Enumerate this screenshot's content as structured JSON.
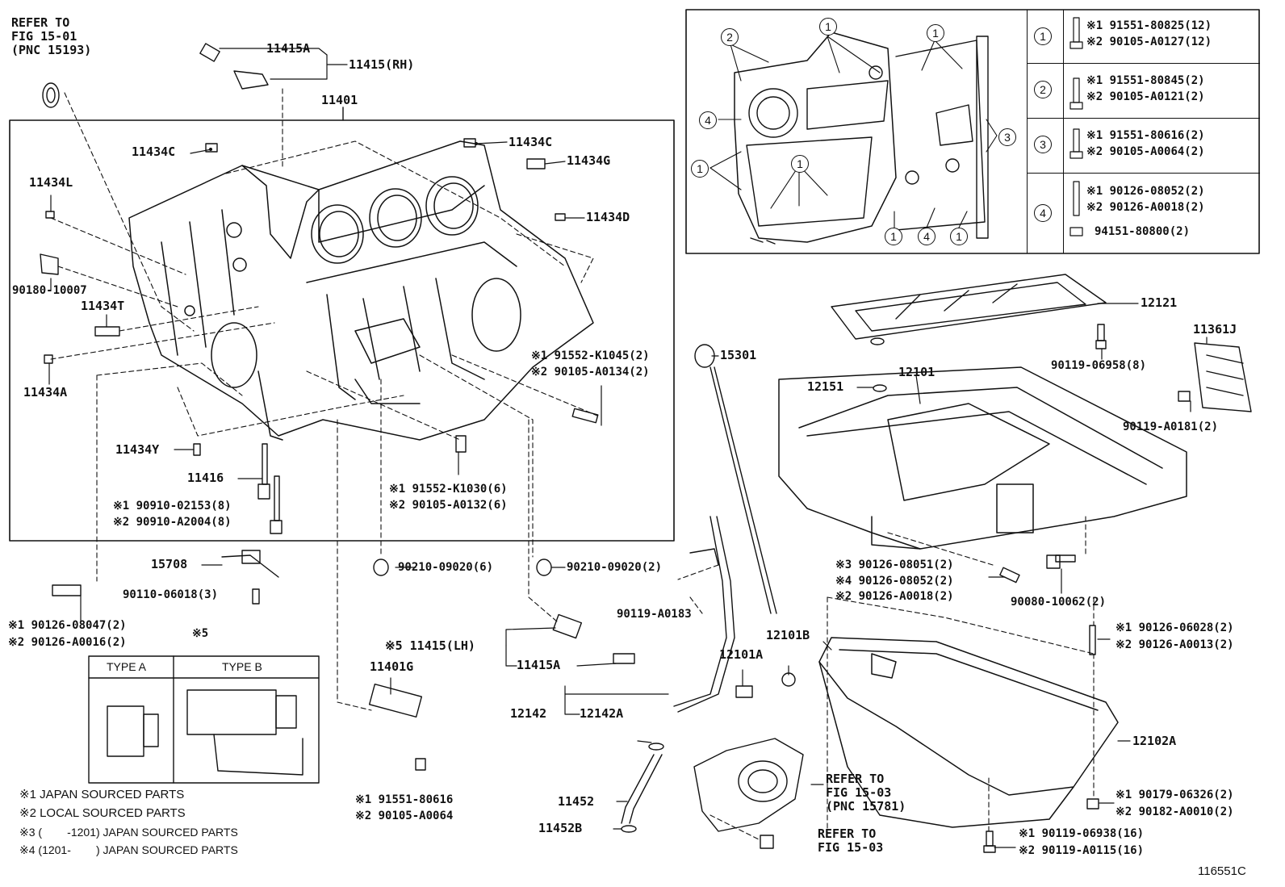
{
  "refs": {
    "ref_top_left": "REFER TO\nFIG 15-01\n(PNC 15193)",
    "ref_mid": "REFER TO\nFIG 15-03\n(PNC 15781)",
    "ref_bottom": "REFER TO\nFIG 15-03"
  },
  "labels": {
    "l11415A_top": "11415A",
    "l11415RH": "11415(RH)",
    "l11401": "11401",
    "l11434C_left": "11434C",
    "l11434C_right": "11434C",
    "l11434G": "11434G",
    "l11434L": "11434L",
    "l11434D": "11434D",
    "l90180": "90180-10007",
    "l11434T": "11434T",
    "l11434A": "11434A",
    "l11434Y": "11434Y",
    "l11416": "11416",
    "l11416_1": "※1 90910-02153(8)",
    "l11416_2": "※2 90910-A2004(8)",
    "lK1045_1": "※1 91552-K1045(2)",
    "lK1045_2": "※2 90105-A0134(2)",
    "lK1030_1": "※1 91552-K1030(6)",
    "lK1030_2": "※2 90105-A0132(6)",
    "l15708": "15708",
    "l90110": "90110-06018(3)",
    "l90210_a": "90210-09020(6)",
    "l90210_b": "90210-09020(2)",
    "l08047_1": "※1 90126-08047(2)",
    "l08047_2": "※2 90126-A0016(2)",
    "l_x5": "※5",
    "l11415LH": "※5 11415(LH)",
    "l11415A_low": "11415A",
    "l90119_A0183": "90119-A0183",
    "l11401G": "11401G",
    "l80616_1": "※1 91551-80616",
    "l80616_2": "※2 90105-A0064",
    "l12142": "12142",
    "l12142A": "12142A",
    "l11452": "11452",
    "l11452B": "11452B",
    "l15301": "15301",
    "l12121": "12121",
    "l11361J": "11361J",
    "l06958": "90119-06958(8)",
    "l12151": "12151",
    "l12101": "12101",
    "lA0181": "90119-A0181(2)",
    "l08051_3": "※3 90126-08051(2)",
    "l08052_4": "※4 90126-08052(2)",
    "lA0018_2": "※2 90126-A0018(2)",
    "l10062": "90080-10062(2)",
    "l06028_1": "※1 90126-06028(2)",
    "lA0013_2": "※2 90126-A0013(2)",
    "l12101B": "12101B",
    "l12101A": "12101A",
    "l12102A": "12102A",
    "l06326_1": "※1 90179-06326(2)",
    "lA0010_2": "※2 90182-A0010(2)",
    "l06938_1": "※1 90119-06938(16)",
    "lA0115_2": "※2 90119-A0115(16)",
    "figno": "116551C"
  },
  "type_box": {
    "type_a": "TYPE A",
    "type_b": "TYPE B"
  },
  "notes": [
    "※1 JAPAN SOURCED PARTS",
    "※2 LOCAL SOURCED PARTS",
    "※3 (        -1201) JAPAN SOURCED PARTS",
    "※4 (1201-        ) JAPAN SOURCED PARTS"
  ],
  "inset_markers": [
    "2",
    "1",
    "1",
    "4",
    "3",
    "1",
    "1",
    "1",
    "4",
    "1"
  ],
  "bolt_table": [
    {
      "key": "1",
      "line1": "※1 91551-80825(12)",
      "line2": "※2 90105-A0127(12)"
    },
    {
      "key": "2",
      "line1": "※1 91551-80845(2)",
      "line2": "※2 90105-A0121(2)"
    },
    {
      "key": "3",
      "line1": "※1 91551-80616(2)",
      "line2": "※2 90105-A0064(2)"
    },
    {
      "key": "4",
      "line1": "※1 90126-08052(2)",
      "line2": "※2 90126-A0018(2)",
      "line3": "94151-80800(2)"
    }
  ]
}
